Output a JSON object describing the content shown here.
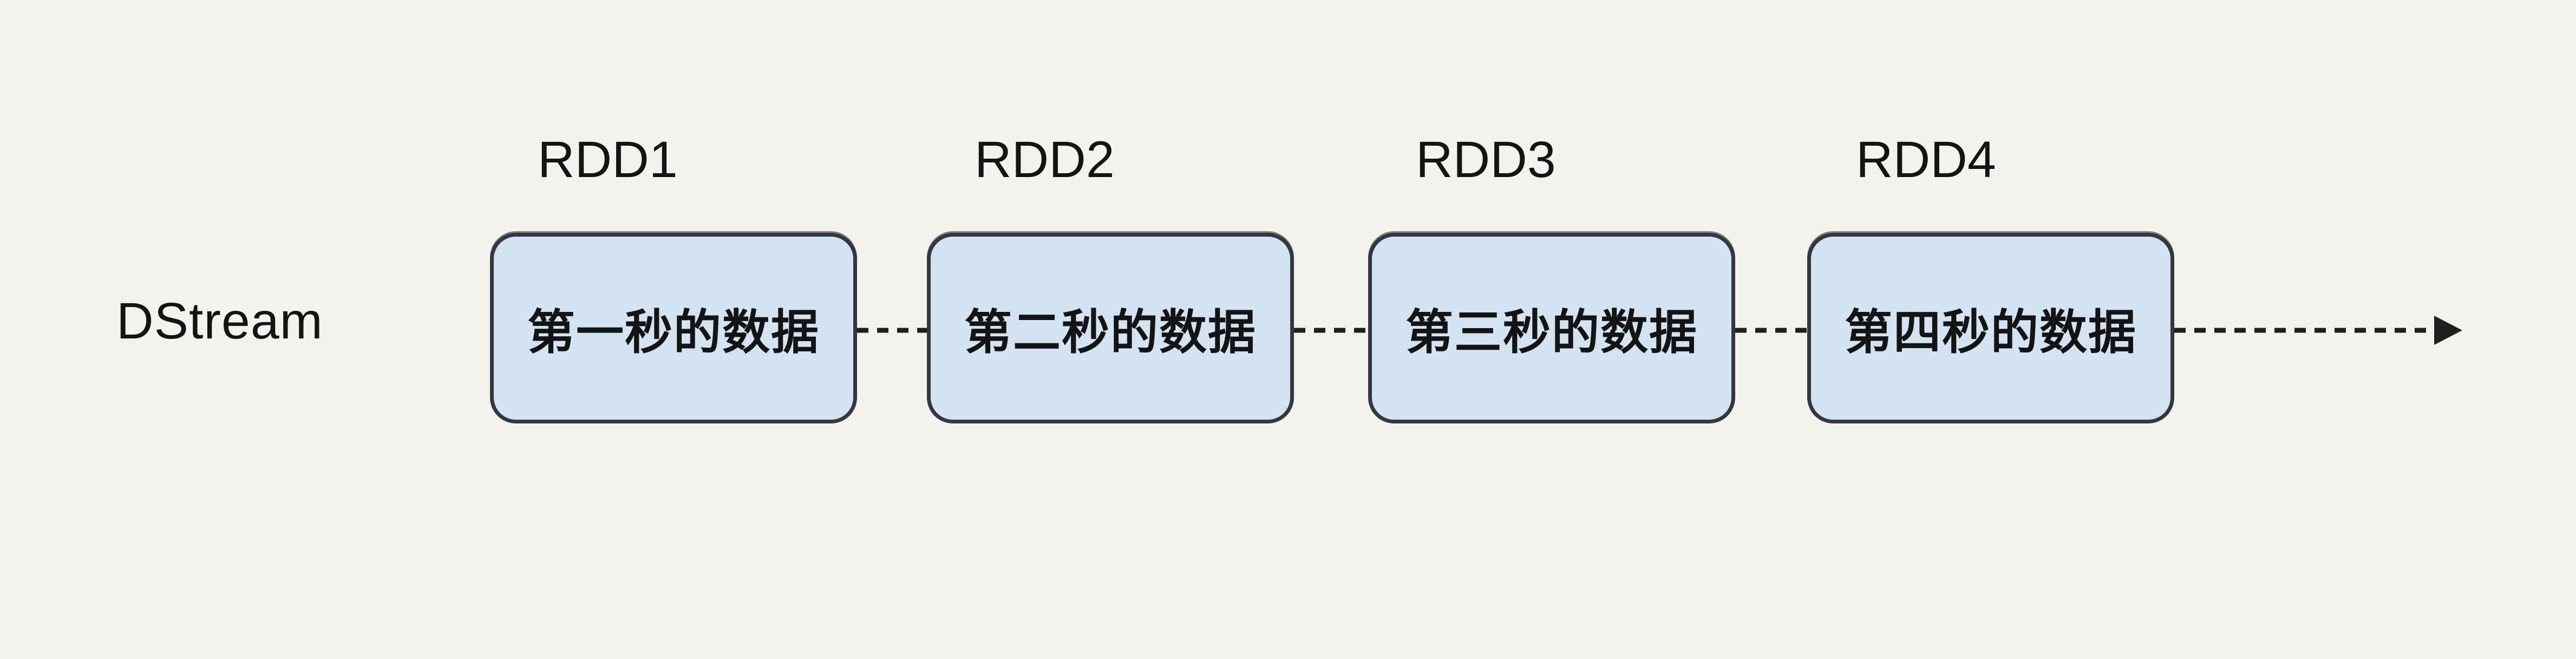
{
  "diagram": {
    "stream_label": "DStream",
    "nodes": [
      {
        "rdd_label": "RDD1",
        "box_text": "第一秒的数据"
      },
      {
        "rdd_label": "RDD2",
        "box_text": "第二秒的数据"
      },
      {
        "rdd_label": "RDD3",
        "box_text": "第三秒的数据"
      },
      {
        "rdd_label": "RDD4",
        "box_text": "第四秒的数据"
      }
    ],
    "colors": {
      "background": "#f4f2ec",
      "box_fill": "#d4e3f2",
      "box_border": "#333840",
      "text": "#141414",
      "connector": "#1f1f1f"
    }
  }
}
